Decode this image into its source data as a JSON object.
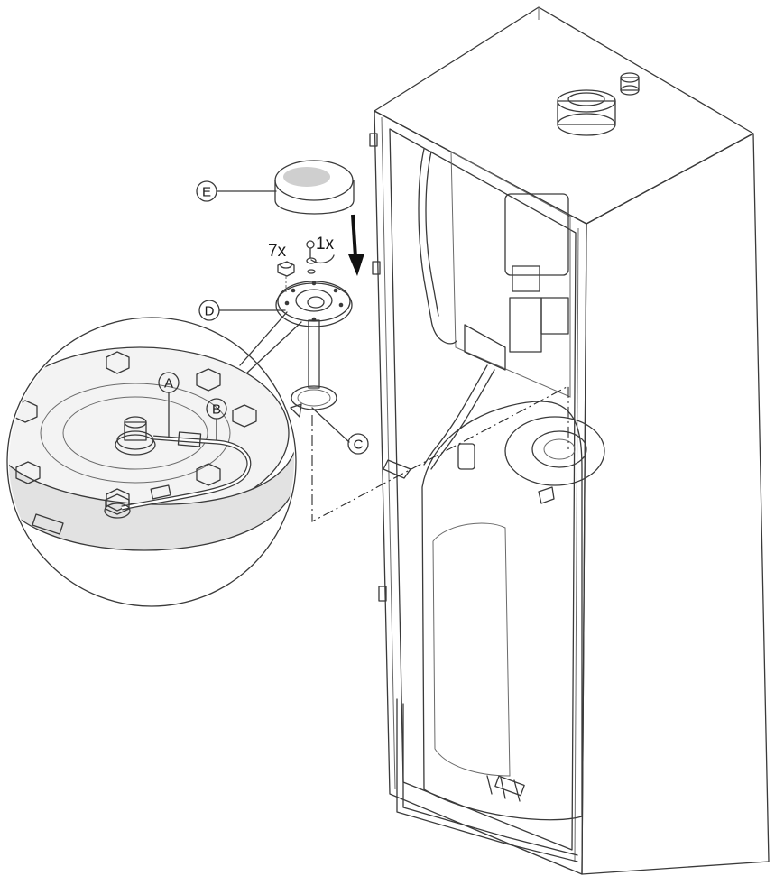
{
  "callouts": {
    "a": "A",
    "b": "B",
    "c": "C",
    "d": "D",
    "e": "E"
  },
  "quantities": {
    "nuts": "7x",
    "screw": "1x"
  },
  "colors": {
    "outline": "#3a3a3a",
    "tank_fill": "#ebebeb",
    "cap_fill": "#b5b5b5",
    "arrow": "#111111"
  }
}
